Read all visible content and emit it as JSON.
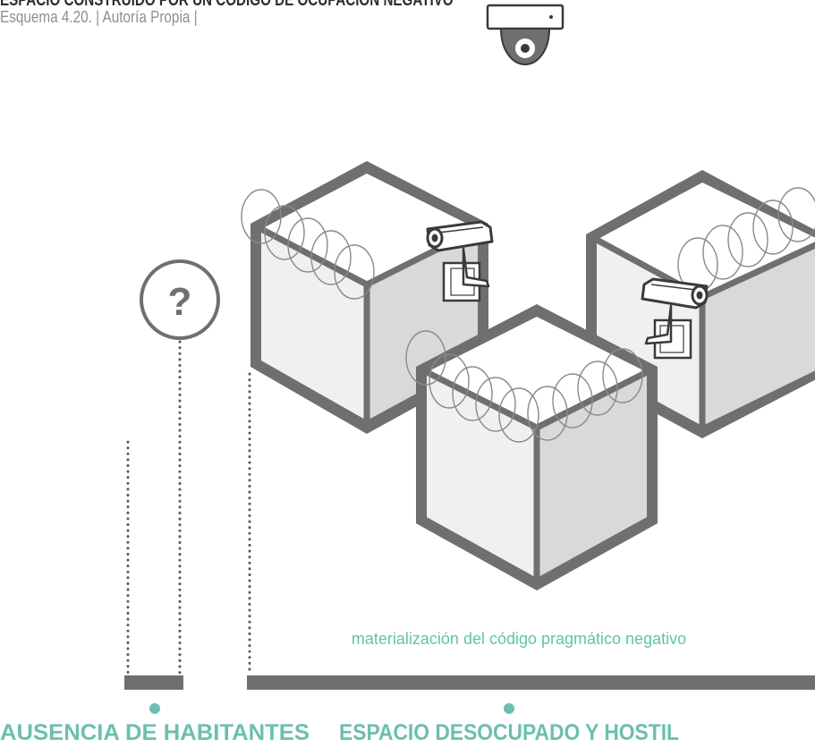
{
  "header": {
    "title": "ESPACIO CONSTRUIDO POR UN CÓDIGO DE OCUPACIÓN NEGATIVO",
    "caption": "Esquema 4.20.  | Autoría Propia |"
  },
  "diagram": {
    "question_mark": "?",
    "note": "materialización del código pragmático negativo",
    "left_label": "AUSENCIA DE HABITANTES",
    "right_label": "ESPACIO DESOCUPADO Y HOSTIL"
  },
  "colors": {
    "accent": "#6bbfae",
    "outline": "#6f6f6f",
    "face_light": "#f0f0f0",
    "face_shade": "#d9d9d9"
  },
  "icons": [
    "dome-camera-icon",
    "wall-camera-icon",
    "razor-wire-icon",
    "question-icon"
  ]
}
